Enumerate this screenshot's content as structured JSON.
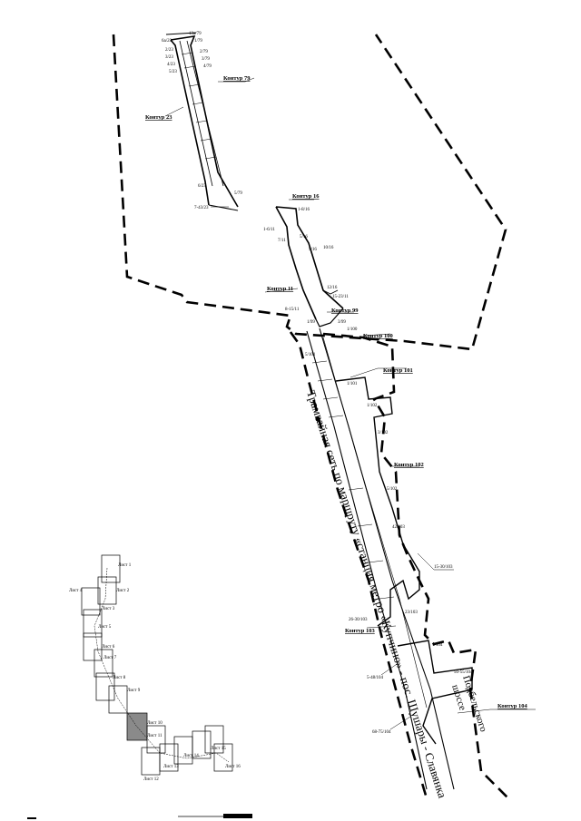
{
  "contours": {
    "c79": "Контур 79",
    "c23": "Контур 23",
    "c16": "Контур 16",
    "c11": "Контур 11",
    "c99": "Контур 99",
    "c100": "Контур 100",
    "c101": "Контур 101",
    "c102": "Контур 102",
    "c103": "Контур 103",
    "c104": "Контур 104"
  },
  "street_names": {
    "tram": "Трамвайная сеть по маршруту «станция метро «Купчино» - пос. Шушары - Славянка",
    "highway_1": "шоссе",
    "highway_2": "Подбельского"
  },
  "point_labels": {
    "p_13a79": "13а/79",
    "p_1_79": "1/79",
    "p_6a23": "6а/23",
    "p_2_23": "2/23",
    "p_3_23": "3/23",
    "p_4_23": "4/23",
    "p_5_23": "5/23",
    "p_2_79": "2/79",
    "p_3_79": "3/79",
    "p_4_79": "4/79",
    "p_6_23": "6/23",
    "p_5_79": "5/79",
    "p_7_43_23": "7-43/23",
    "p_1_8_16": "1-8/16",
    "p_1_6_11": "1-6/11",
    "p_7_11": "7/11",
    "p_9_16": "9/16",
    "p_10_16": "10/16",
    "p_5_16": "5/16",
    "p_12_16": "12/16",
    "p_15_23_11": "15-23/11",
    "p_8_15_11": "8-15/11",
    "p_1_99": "1/99",
    "p_3_99": "3/99",
    "p_1_100": "1/100",
    "p_5_101": "5/101",
    "p_1_101": "1/101",
    "p_3_102": "3/102",
    "p_1_102": "1/102",
    "p_5_102": "5/102",
    "p_42_103": "42/103",
    "p_15_103": "15-30/103",
    "p_26_103": "26-30/103",
    "p_23_103": "23/103",
    "p_1_104": "1/104",
    "p_50_55_104": "50-55/104",
    "p_5_48_104": "5-48/104",
    "p_68_75_104": "68-75/104"
  },
  "index_sheets": {
    "s1": "Лист 1",
    "s2": "Лист 2",
    "s3": "Лист 3",
    "s4": "Лист 4",
    "s5": "Лист 5",
    "s6": "Лист 6",
    "s7": "Лист 7",
    "s8": "Лист 8",
    "s9": "Лист 9",
    "s10": "Лист 10",
    "s11": "Лист 11",
    "s12": "Лист 12",
    "s13": "Лист 13",
    "s14": "Лист 14",
    "s15": "Лист 15",
    "s16": "Лист 16"
  },
  "colors": {
    "ink": "#000000",
    "paper": "#ffffff"
  }
}
